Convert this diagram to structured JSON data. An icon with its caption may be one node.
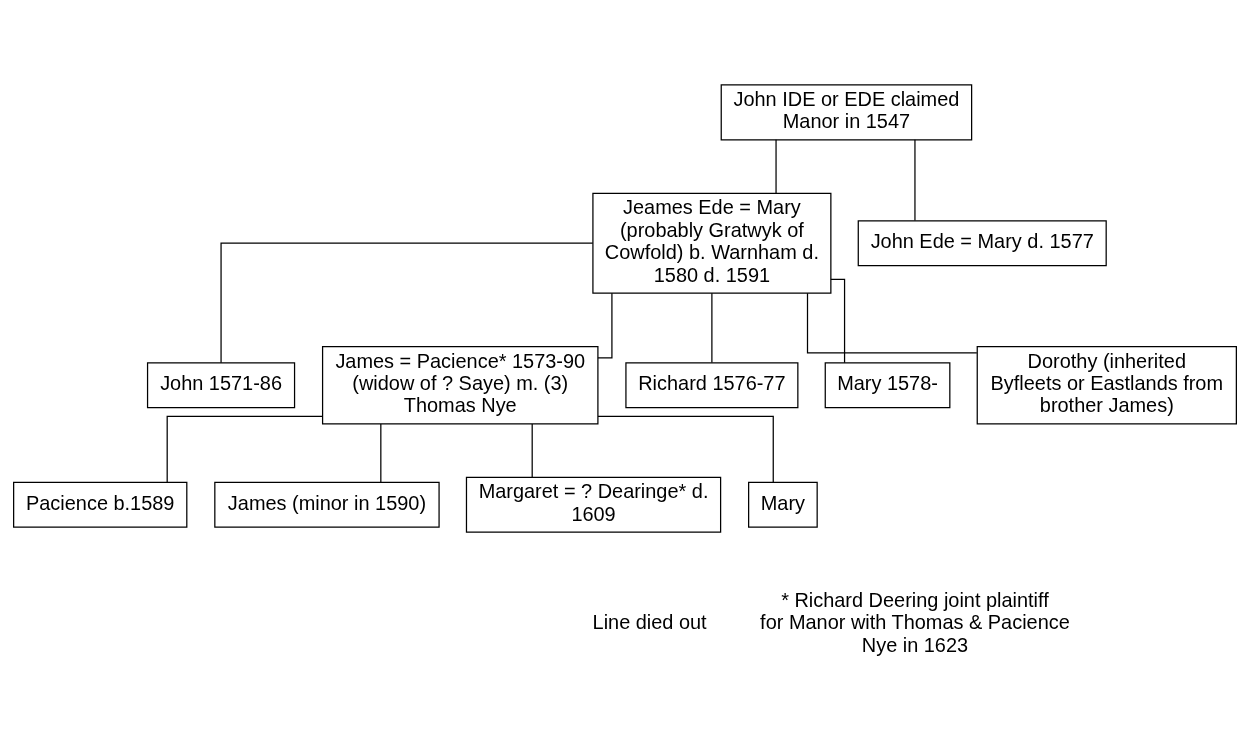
{
  "diagram": {
    "nodes": [
      {
        "text": [
          "John IDE or EDE claimed Manor in 1547"
        ]
      },
      {
        "text": [
          "Jeames Ede = Mary (probably Gratwyk of Cowfold) b. Warnham d. 1580 d. 1591"
        ]
      },
      {
        "text": [
          "John Ede = Mary d. 1577"
        ]
      },
      {
        "text": [
          "John 1571-86"
        ]
      },
      {
        "text": [
          "James = Pacience* 1573-90 (widow of ? Saye) m. (3) Thomas Nye"
        ]
      },
      {
        "text": [
          "Richard 1576-77"
        ]
      },
      {
        "text": [
          "Mary 1578-"
        ]
      },
      {
        "text": [
          "Dorothy (inherited Byfleets or Eastlands from brother James)"
        ]
      },
      {
        "text": [
          "Pacience b.1589"
        ]
      },
      {
        "text": [
          "James (minor in 1590)"
        ]
      },
      {
        "text": [
          "Margaret = ? Dearinge* d. 1609"
        ]
      },
      {
        "text": [
          "Mary"
        ]
      }
    ],
    "edges": [
      {
        "from": 0,
        "to": 1,
        "arrow": "none"
      },
      {
        "from": 0,
        "to": 2,
        "arrow": "none"
      },
      {
        "from": 1,
        "to": 3,
        "arrow": "none"
      },
      {
        "from": 1,
        "to": 4,
        "arrow": "none"
      },
      {
        "from": 1,
        "to": 5,
        "arrow": "none"
      },
      {
        "from": 1,
        "to": 6,
        "arrow": "none"
      },
      {
        "from": 1,
        "to": 7,
        "arrow": "none"
      },
      {
        "from": 4,
        "to": 8,
        "arrow": "none"
      },
      {
        "from": 4,
        "to": 9,
        "arrow": "none"
      },
      {
        "from": 4,
        "to": 10,
        "arrow": "none"
      },
      {
        "from": 4,
        "to": 11,
        "arrow": "none"
      }
    ],
    "labels": [
      "Line died out",
      "* Richard Deering joint plaintiff for Manor with Thomas & Pacience Nye in 1623"
    ]
  }
}
